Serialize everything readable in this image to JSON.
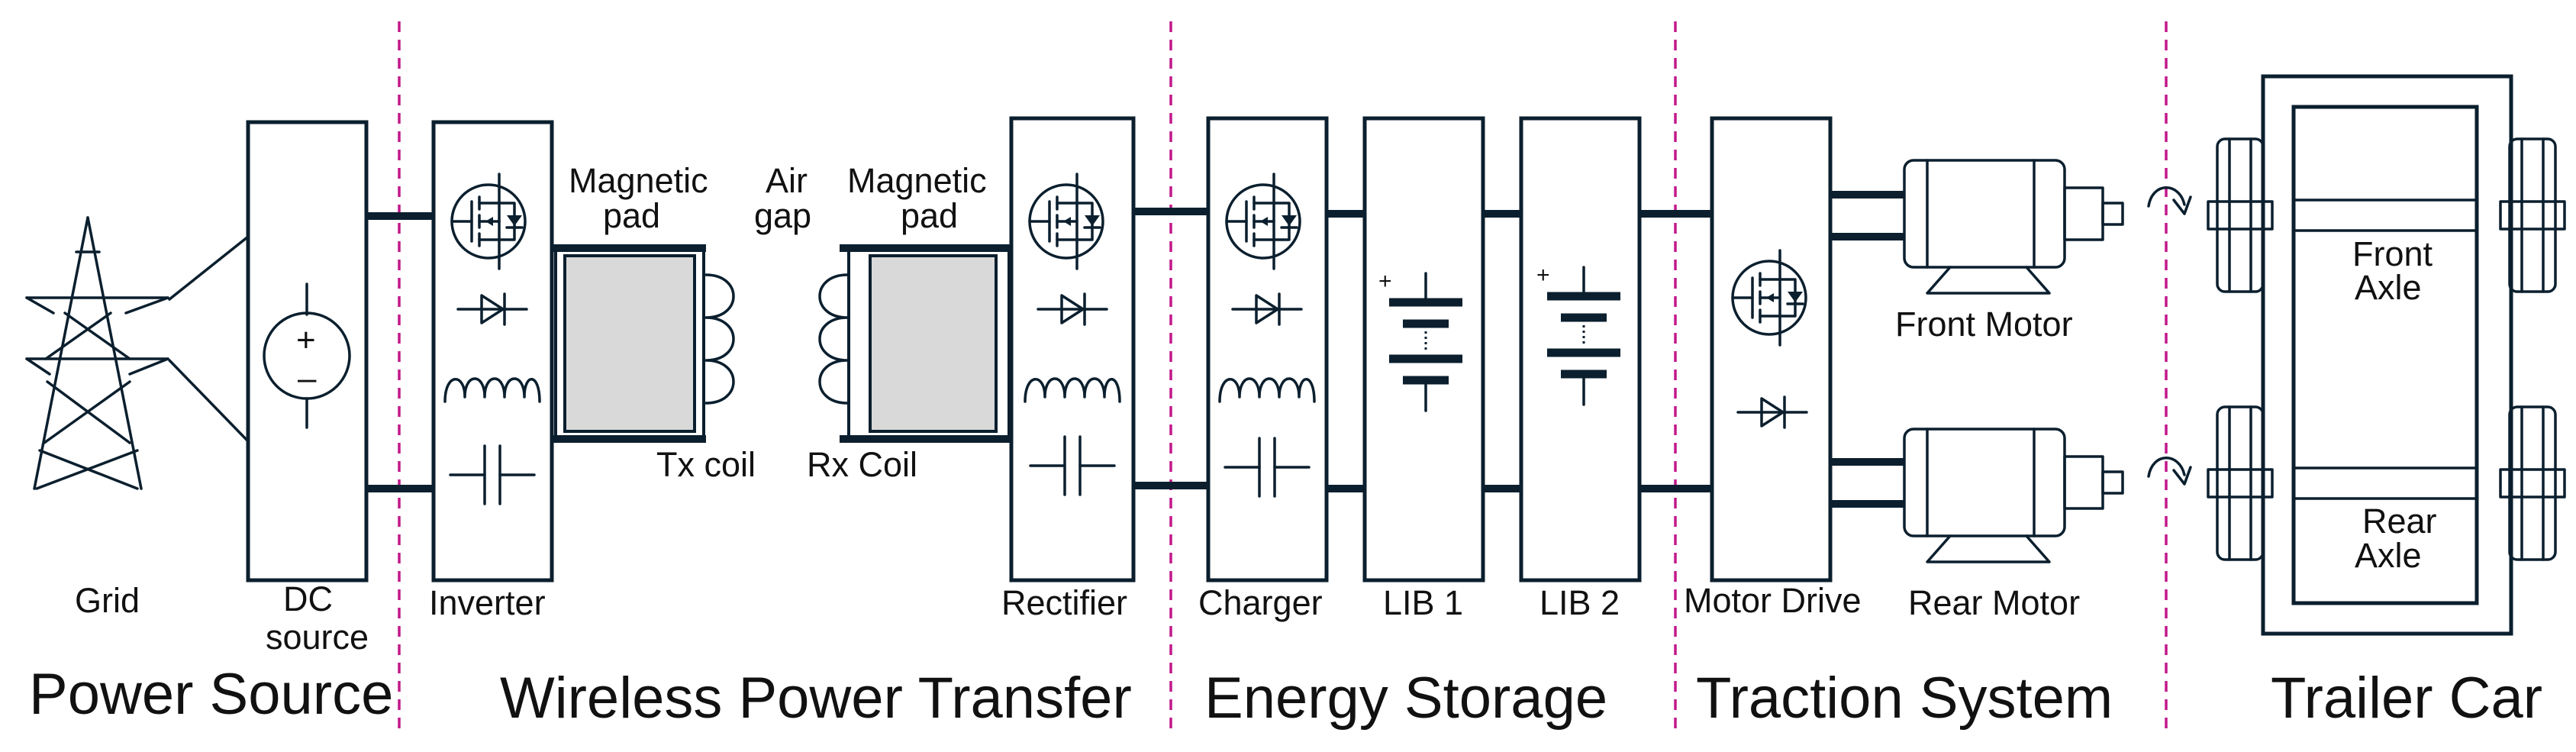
{
  "sections": {
    "power_source": "Power Source",
    "wireless_power_transfer": "Wireless Power Transfer",
    "energy_storage": "Energy Storage",
    "traction_system": "Traction System",
    "trailer_car": "Trailer Car"
  },
  "components": {
    "grid": "Grid",
    "dc_source_line1": "DC",
    "dc_source_line2": "source",
    "inverter": "Inverter",
    "tx_pad_line1": "Magnetic",
    "tx_pad_line2": "pad",
    "air_gap_line1": "Air",
    "air_gap_line2": "gap",
    "rx_pad_line1": "Magnetic",
    "rx_pad_line2": "pad",
    "tx_coil": "Tx coil",
    "rx_coil": "Rx Coil",
    "rectifier": "Rectifier",
    "charger": "Charger",
    "lib1": "LIB 1",
    "lib2": "LIB 2",
    "motor_drive": "Motor Drive",
    "front_motor": "Front Motor",
    "rear_motor": "Rear Motor",
    "front_axle_line1": "Front",
    "front_axle_line2": "Axle",
    "rear_axle_line1": "Rear",
    "rear_axle_line2": "Axle"
  },
  "colors": {
    "line": "#0b1f2e",
    "divider": "#c2188a",
    "pad_fill": "#d9d9d9"
  },
  "icons": [
    "transmission-tower-icon",
    "dc-source-icon",
    "mosfet-icon",
    "diode-icon",
    "inductor-icon",
    "capacitor-icon",
    "coil-icon",
    "battery-icon",
    "motor-icon",
    "rotation-arrow-icon",
    "wheel-icon"
  ]
}
